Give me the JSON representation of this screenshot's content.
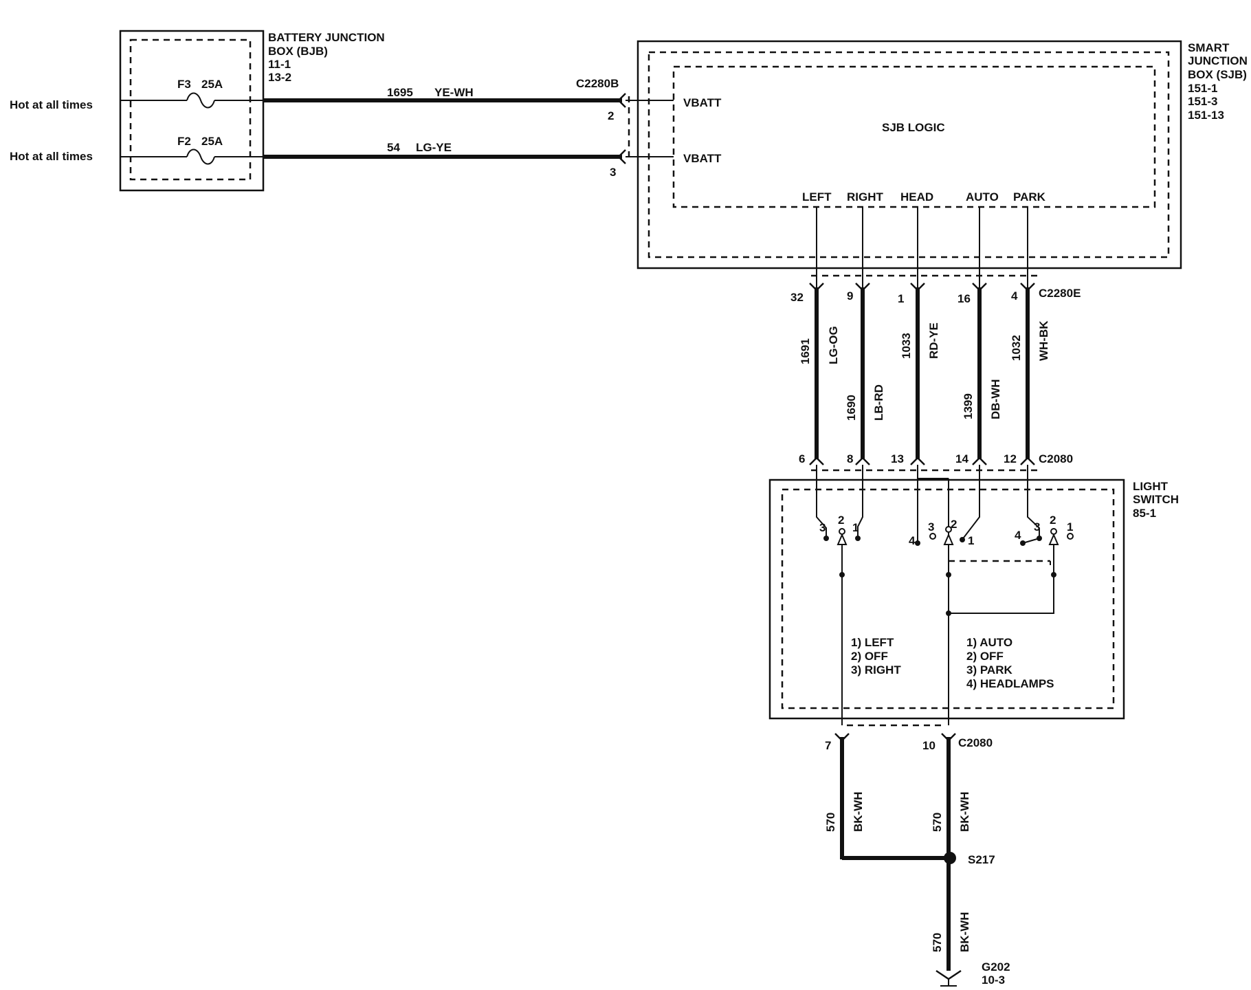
{
  "bjb": {
    "title_line1": "BATTERY  JUNCTION",
    "title_line2": "BOX (BJB)",
    "ref1": "11-1",
    "ref2": "13-2",
    "fuse1": {
      "name": "F3",
      "rating": "25A"
    },
    "fuse2": {
      "name": "F2",
      "rating": "25A"
    }
  },
  "hot_labels": [
    "Hot at all times",
    "Hot at all times"
  ],
  "feed_wires": [
    {
      "circuit": "1695",
      "color": "YE-WH",
      "pin": "2"
    },
    {
      "circuit": "54",
      "color": "LG-YE",
      "pin": "3"
    }
  ],
  "sjb": {
    "title_line1": "SMART",
    "title_line2": "JUNCTION",
    "title_line3": "BOX (SJB)",
    "ref1": "151-1",
    "ref2": "151-3",
    "ref3": "151-13",
    "logic": "SJB LOGIC",
    "vbatt1": "VBATT",
    "vbatt2": "VBATT",
    "connector_top": "C2280B",
    "connector_bottom": "C2280E",
    "outputs": [
      "LEFT",
      "RIGHT",
      "HEAD",
      "AUTO",
      "PARK"
    ]
  },
  "harness": [
    {
      "sjb_pin": "32",
      "circuit": "1691",
      "color": "LG-OG",
      "switch_pin": "6"
    },
    {
      "sjb_pin": "9",
      "circuit": "1690",
      "color": "LB-RD",
      "switch_pin": "8"
    },
    {
      "sjb_pin": "1",
      "circuit": "1033",
      "color": "RD-YE",
      "switch_pin": "13"
    },
    {
      "sjb_pin": "16",
      "circuit": "1399",
      "color": "DB-WH",
      "switch_pin": "14"
    },
    {
      "sjb_pin": "4",
      "circuit": "1032",
      "color": "WH-BK",
      "switch_pin": "12"
    }
  ],
  "light_switch": {
    "title_line1": "LIGHT",
    "title_line2": "SWITCH",
    "ref": "85-1",
    "connector": "C2080",
    "left_legend": [
      "1) LEFT",
      "2) OFF",
      "3) RIGHT"
    ],
    "right_legend": [
      "1) AUTO",
      "2) OFF",
      "3) PARK",
      "4) HEADLAMPS"
    ],
    "sw1_labels": [
      "3",
      "2",
      "1"
    ],
    "sw2_labels": [
      "4",
      "3",
      "2",
      "1"
    ],
    "sw3_labels": [
      "4",
      "3",
      "2",
      "1"
    ]
  },
  "ground_wires": [
    {
      "pin": "7",
      "circuit": "570",
      "color": "BK-WH"
    },
    {
      "pin": "10",
      "circuit": "570",
      "color": "BK-WH"
    }
  ],
  "bottom_connector": "C2080",
  "splice": "S217",
  "ground_wire": {
    "circuit": "570",
    "color": "BK-WH"
  },
  "ground": {
    "name": "G202",
    "ref": "10-3"
  }
}
